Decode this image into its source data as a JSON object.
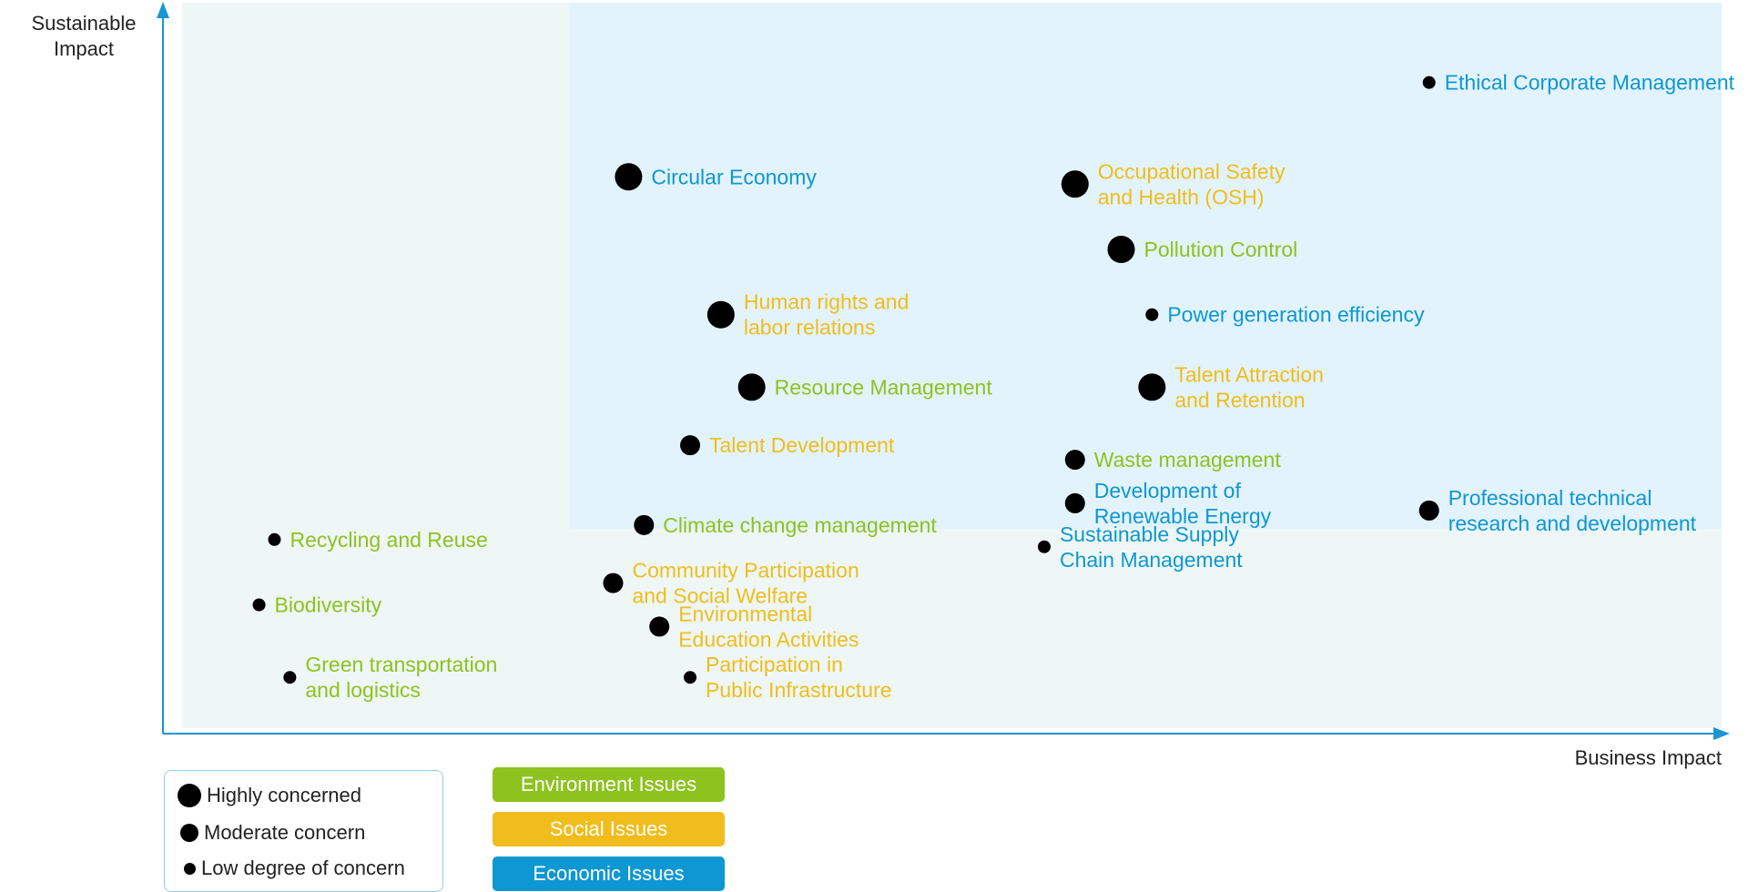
{
  "colors": {
    "environment": "#8dc21f",
    "social": "#f0bd1c",
    "economic": "#0d97d3",
    "axis": "#1a95d1",
    "region_outer": "#eef7f6",
    "region_inner": "#e3f3fb"
  },
  "chart_data": {
    "type": "scatter",
    "title": "",
    "xlabel": "Business Impact",
    "ylabel": "Sustainable Impact",
    "xlim": [
      0,
      100
    ],
    "ylim": [
      0,
      100
    ],
    "grid": false,
    "legend": {
      "placement": "bottom-left",
      "size_entries": [
        {
          "key": "high",
          "label": "Highly concerned"
        },
        {
          "key": "moderate",
          "label": "Moderate concern"
        },
        {
          "key": "low",
          "label": "Low degree of concern"
        }
      ],
      "category_entries": [
        {
          "key": "environment",
          "label": "Environment Issues"
        },
        {
          "key": "social",
          "label": "Social Issues"
        },
        {
          "key": "economic",
          "label": "Economic Issues"
        }
      ]
    },
    "points": [
      {
        "label": "Ethical Corporate Management",
        "x": 81,
        "y": 89,
        "category": "economic",
        "concern": "low"
      },
      {
        "label": "Circular Economy",
        "x": 29,
        "y": 76,
        "category": "economic",
        "concern": "high"
      },
      {
        "label": "Occupational Safety and Health (OSH)",
        "x": 58,
        "y": 75,
        "category": "social",
        "concern": "high"
      },
      {
        "label": "Pollution Control",
        "x": 61,
        "y": 66,
        "category": "environment",
        "concern": "high"
      },
      {
        "label": "Human rights and labor relations",
        "x": 35,
        "y": 57,
        "category": "social",
        "concern": "high"
      },
      {
        "label": "Power generation efficiency",
        "x": 63,
        "y": 57,
        "category": "economic",
        "concern": "low"
      },
      {
        "label": "Resource Management",
        "x": 37,
        "y": 47,
        "category": "environment",
        "concern": "high"
      },
      {
        "label": "Talent Attraction and Retention",
        "x": 63,
        "y": 47,
        "category": "social",
        "concern": "high"
      },
      {
        "label": "Talent Development",
        "x": 33,
        "y": 39,
        "category": "social",
        "concern": "moderate"
      },
      {
        "label": "Waste management",
        "x": 58,
        "y": 37,
        "category": "environment",
        "concern": "moderate"
      },
      {
        "label": "Development of Renewable Energy",
        "x": 58,
        "y": 31,
        "category": "economic",
        "concern": "moderate"
      },
      {
        "label": "Professional technical research and development",
        "x": 81,
        "y": 30,
        "category": "economic",
        "concern": "moderate"
      },
      {
        "label": "Climate change management",
        "x": 30,
        "y": 28,
        "category": "environment",
        "concern": "moderate"
      },
      {
        "label": "Sustainable Supply Chain Management",
        "x": 56,
        "y": 25,
        "category": "economic",
        "concern": "low"
      },
      {
        "label": "Recycling and Reuse",
        "x": 6,
        "y": 26,
        "category": "environment",
        "concern": "low"
      },
      {
        "label": "Biodiversity",
        "x": 5,
        "y": 17,
        "category": "environment",
        "concern": "low"
      },
      {
        "label": "Community Participation and Social Welfare",
        "x": 28,
        "y": 20,
        "category": "social",
        "concern": "moderate"
      },
      {
        "label": "Environmental Education Activities",
        "x": 31,
        "y": 14,
        "category": "social",
        "concern": "moderate"
      },
      {
        "label": "Green transportation and logistics",
        "x": 7,
        "y": 7,
        "category": "environment",
        "concern": "low"
      },
      {
        "label": "Participation in Public Infrastructure",
        "x": 33,
        "y": 7,
        "category": "social",
        "concern": "low"
      }
    ]
  }
}
